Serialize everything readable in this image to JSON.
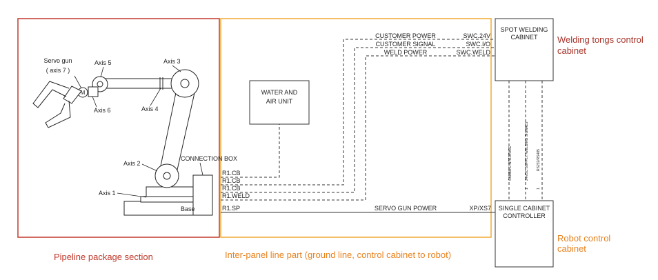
{
  "sections": {
    "pipeline": "Pipeline package section",
    "interpanel": "Inter-panel line part (ground line, control cabinet to robot)",
    "welding_cabinet_label": [
      "Welding tongs control",
      "cabinet"
    ],
    "robot_cabinet_label": [
      "Robot control",
      "cabinet"
    ]
  },
  "colors": {
    "pipeline_border": "#c0392b",
    "interpanel_border": "#f0a830",
    "welding_label": "#a8342a",
    "robot_label": "#e8821e",
    "lines": "#333333"
  },
  "robot": {
    "servo_gun": [
      "Servo gun",
      "( axis 7 )"
    ],
    "motor": "M",
    "axis1": "Axis 1",
    "axis2": "Axis 2",
    "axis3": "Axis 3",
    "axis4": "Axis 4",
    "axis5": "Axis 5",
    "axis6": "Axis 6",
    "base": "Base",
    "connection_box": "CONNECTION BOX"
  },
  "water_air_unit": [
    "WATER AND",
    "AIR UNIT"
  ],
  "spot_welding_cabinet": [
    "SPOT WELDING",
    "CABINET"
  ],
  "controller": [
    "SINGLE CABINET",
    "CONTROLLER"
  ],
  "ports": [
    "R1.CB",
    "R1.CB",
    "R1.CB",
    "R1.WELD",
    "R1.SP"
  ],
  "cables": [
    {
      "name": "CUSTOMER POWER",
      "port": "SWC.24V"
    },
    {
      "name": "CUSTOMER SIGNAL",
      "port": "SWC.I/O"
    },
    {
      "name": "WELD POWER",
      "port": "SWC.WELD"
    },
    {
      "name": "SERVO GUN POWER",
      "port": "XP/XS7"
    }
  ],
  "vertical_cables": [
    "CANBUS INTERFACE",
    "24VDC SUPPLY, WELDING SIGNALS",
    "RS232/RS485"
  ],
  "vertical_extra": [
    "1",
    "1"
  ]
}
